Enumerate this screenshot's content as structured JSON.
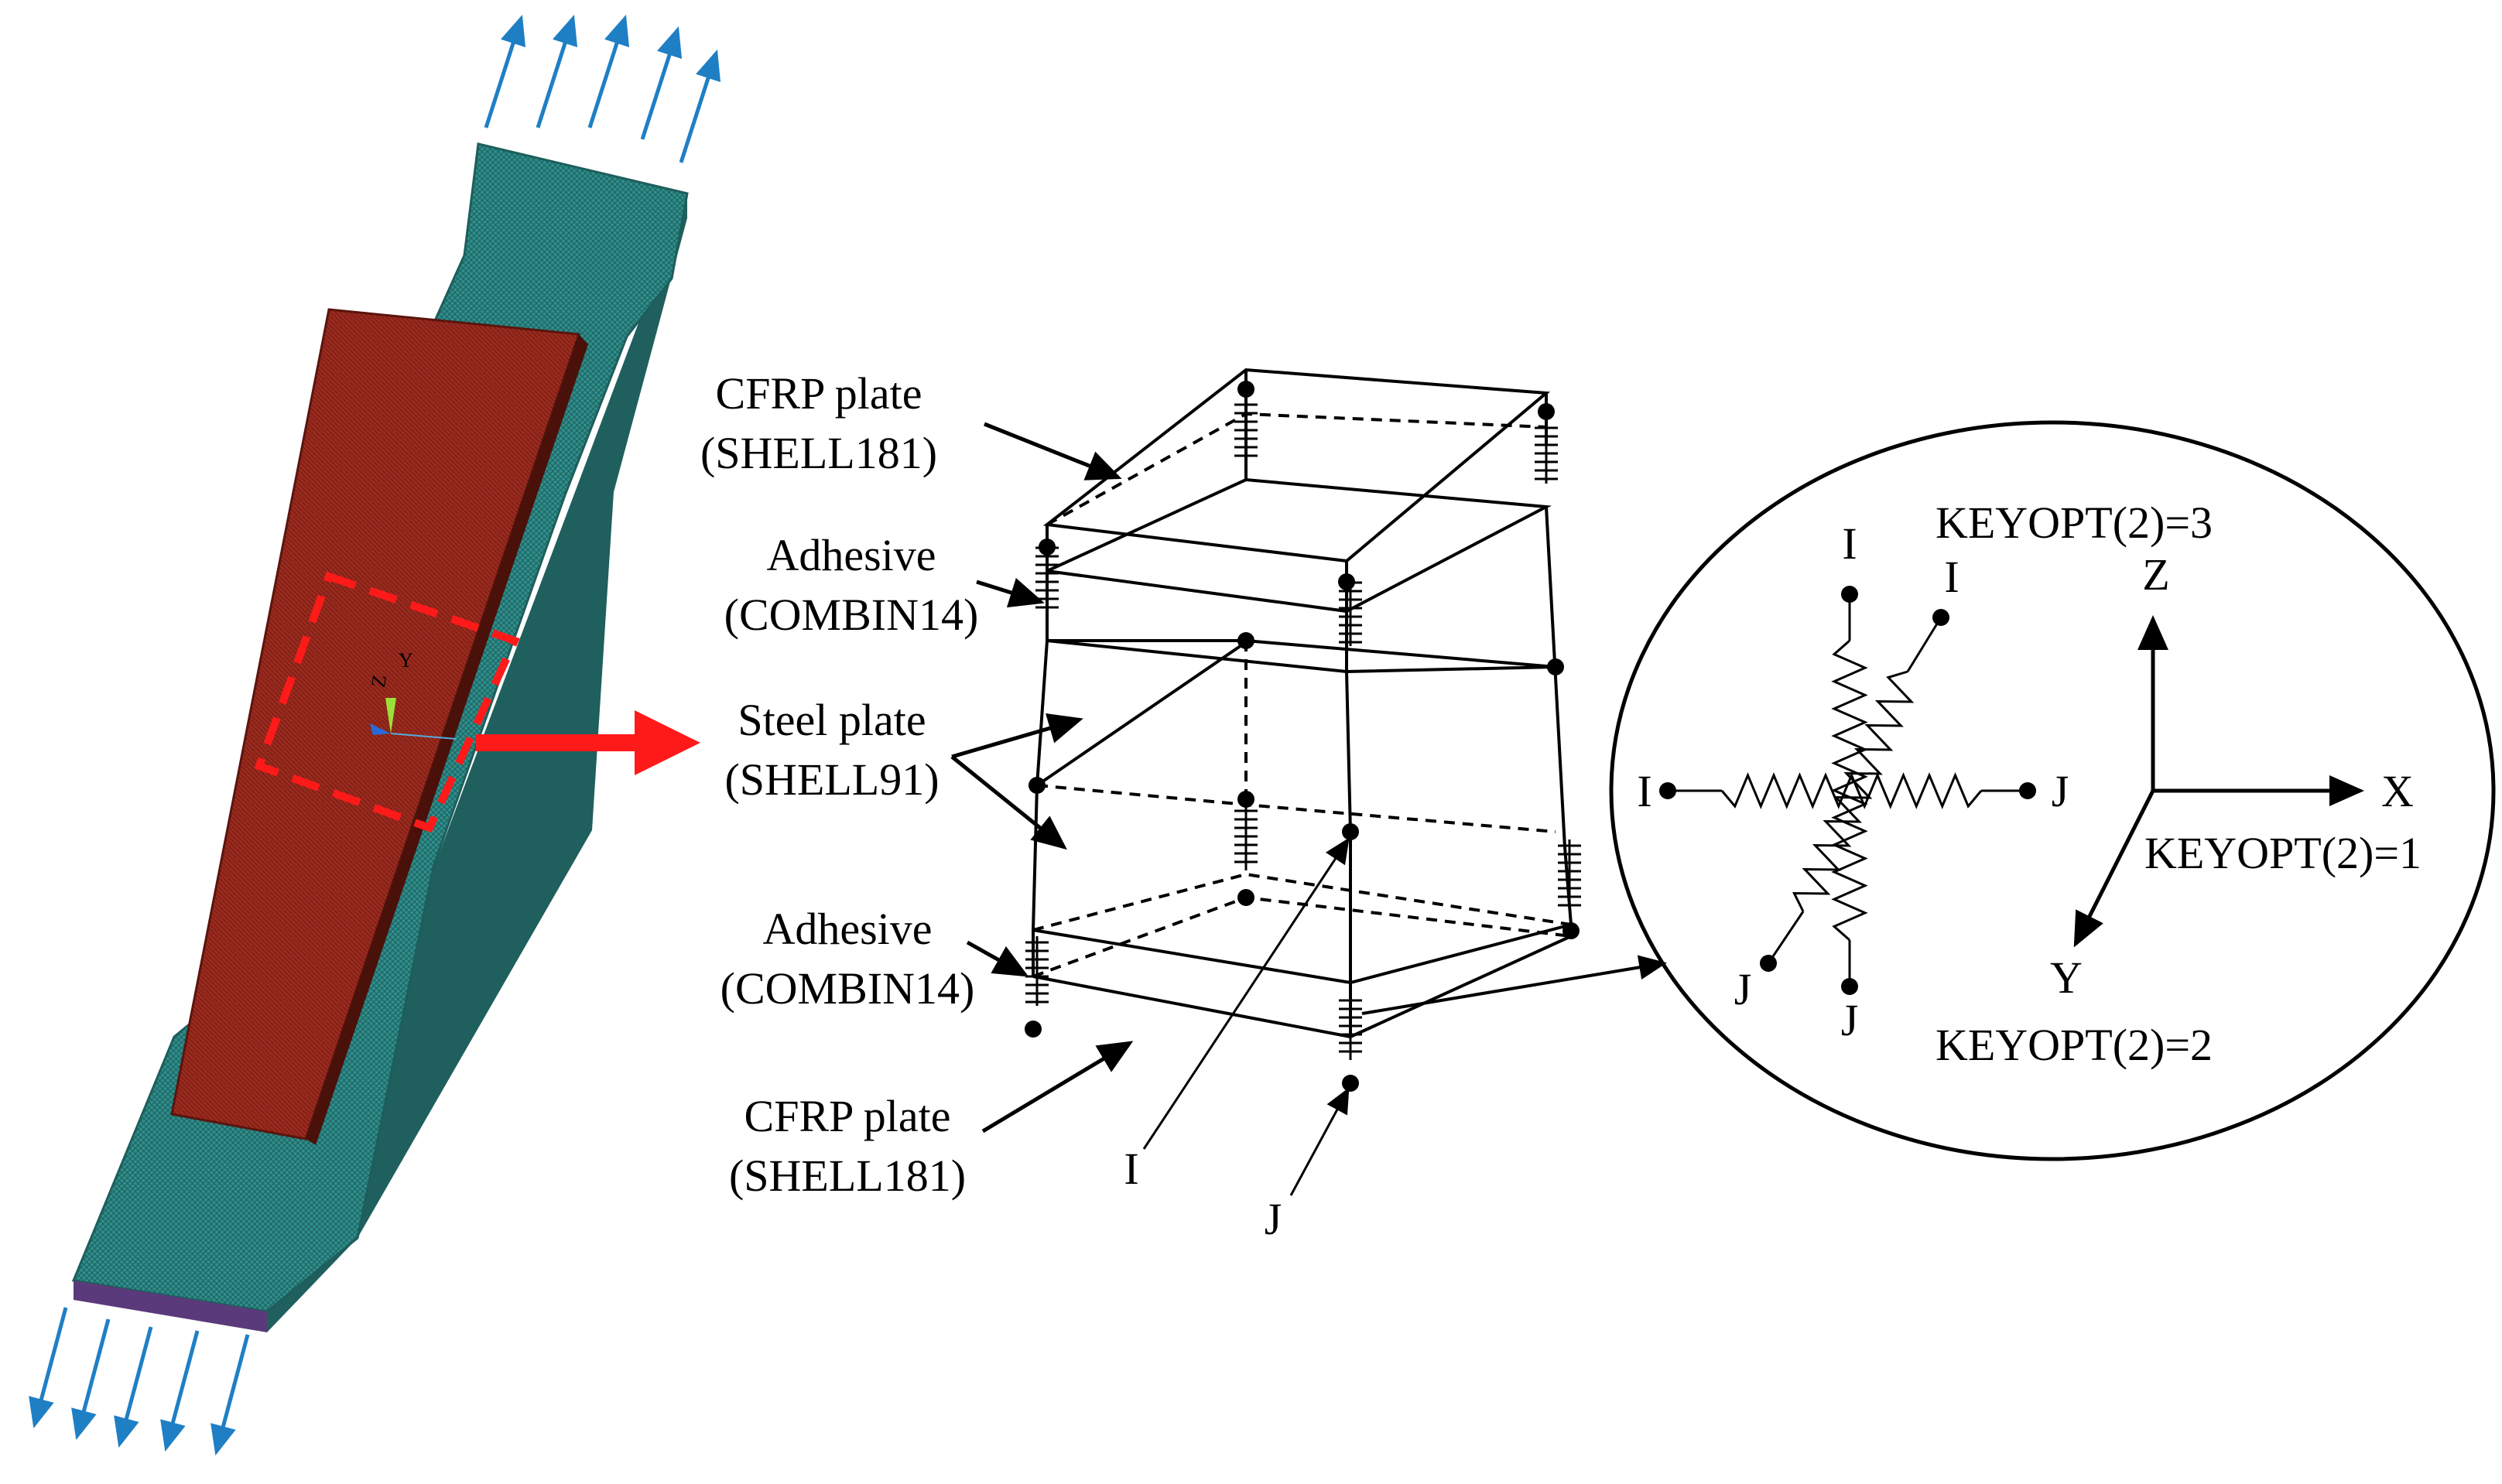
{
  "colors": {
    "mesh_teal": "#2f8f8c",
    "mesh_dark": "#1f5f5d",
    "cfrp_red": "#9a2a1e",
    "load_arrow_blue": "#1f7fc4",
    "highlight_red": "#ff1a1a",
    "line_black": "#000000"
  },
  "icons": {
    "triad": "coordinate-triad-icon",
    "load_arrows": "tensile-load-arrow-icon",
    "zoom_arrow": "red-arrow-right-icon"
  },
  "specimen": {
    "triad_labels": {
      "y": "Y",
      "z": "Z"
    }
  },
  "labels": {
    "cfrp_top": {
      "line1": "CFRP plate",
      "line2": "(SHELL181)"
    },
    "adhesive_top": {
      "line1": "Adhesive",
      "line2": "(COMBIN14)"
    },
    "steel": {
      "line1": "Steel plate",
      "line2": "(SHELL91)"
    },
    "adhesive_bottom": {
      "line1": "Adhesive",
      "line2": "(COMBIN14)"
    },
    "cfrp_bottom": {
      "line1": "CFRP plate",
      "line2": "(SHELL181)"
    },
    "node_i": "I",
    "node_j": "J"
  },
  "detail": {
    "keyopt3": "KEYOPT(2)=3",
    "keyopt1": "KEYOPT(2)=1",
    "keyopt2": "KEYOPT(2)=2",
    "axis_x": "X",
    "axis_y": "Y",
    "axis_z": "Z",
    "spring_labels": {
      "i_left": "I",
      "j_right": "J",
      "i_top": "I",
      "j_bottom": "J",
      "i_diag": "I",
      "j_diag": "J"
    }
  }
}
